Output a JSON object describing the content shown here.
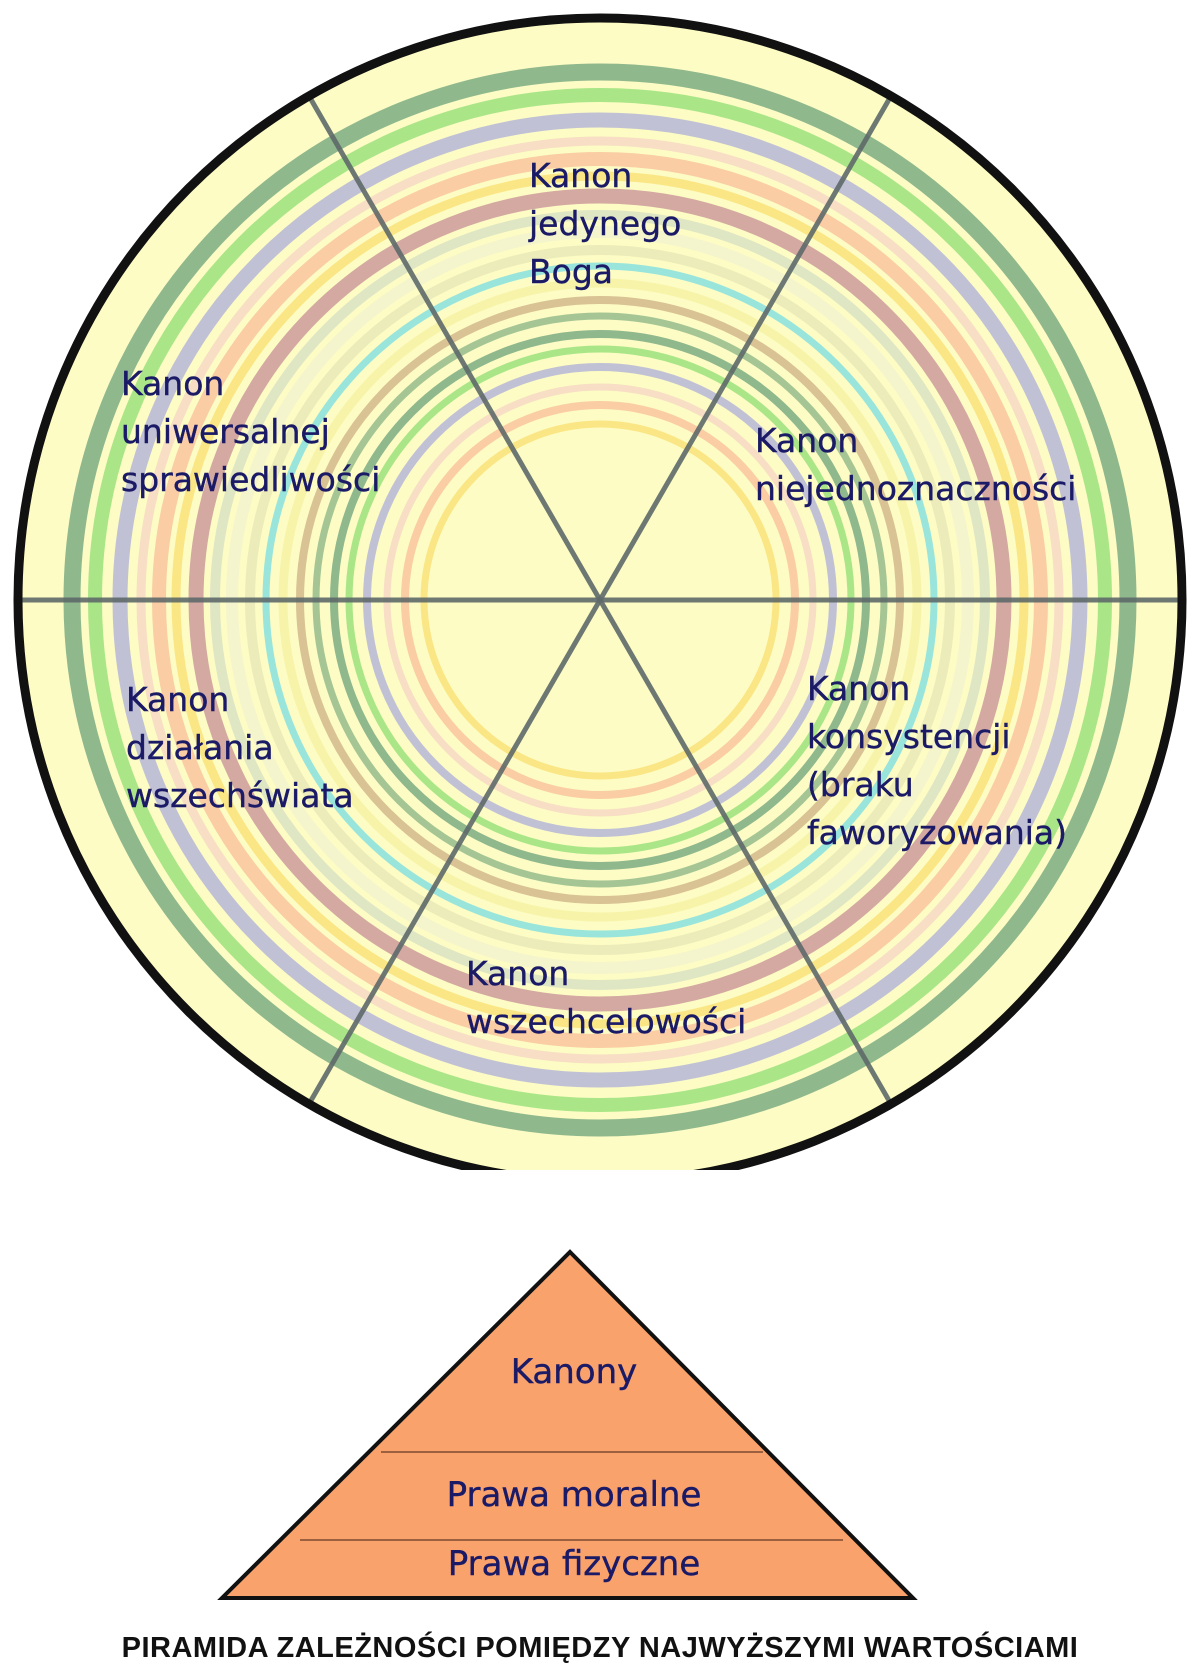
{
  "wheel": {
    "canons": [
      {
        "text": "Kanon\njedynego\nBoga"
      },
      {
        "text": "Kanon\nuniwersalnej\nsprawiedliwości"
      },
      {
        "text": "Kanon\nniejednoznaczności"
      },
      {
        "text": "Kanon\ndziałania\nwszechświata"
      },
      {
        "text": "Kanon\nkonsystencji\n(braku\nfaworyzowania)"
      },
      {
        "text": "Kanon\nwszechcelowości"
      }
    ],
    "colors": {
      "background": "#fdfcc4",
      "border": "#111111",
      "spokes": "#5f6a6a",
      "rings": [
        "#7dab84",
        "#9be27c",
        "#b6b6d8",
        "#f6d8c4",
        "#f9c49f",
        "#fae27a",
        "#cc9a9c",
        "#d9e2c4",
        "#f2f2cf",
        "#e9e9b8",
        "#87e1e1",
        "#f6f2a4",
        "#d2b78c",
        "#95bb8d"
      ]
    },
    "spoke_count": 6
  },
  "pyramid": {
    "tiers": [
      {
        "label": "Kanony"
      },
      {
        "label": "Prawa moralne"
      },
      {
        "label": "Prawa fizyczne"
      }
    ],
    "fill": "#f9a26c",
    "stroke": "#111111"
  },
  "caption": "PIRAMIDA ZALEŻNOŚCI POMIĘDZY NAJWYŻSZYMI WARTOŚCIAMI"
}
